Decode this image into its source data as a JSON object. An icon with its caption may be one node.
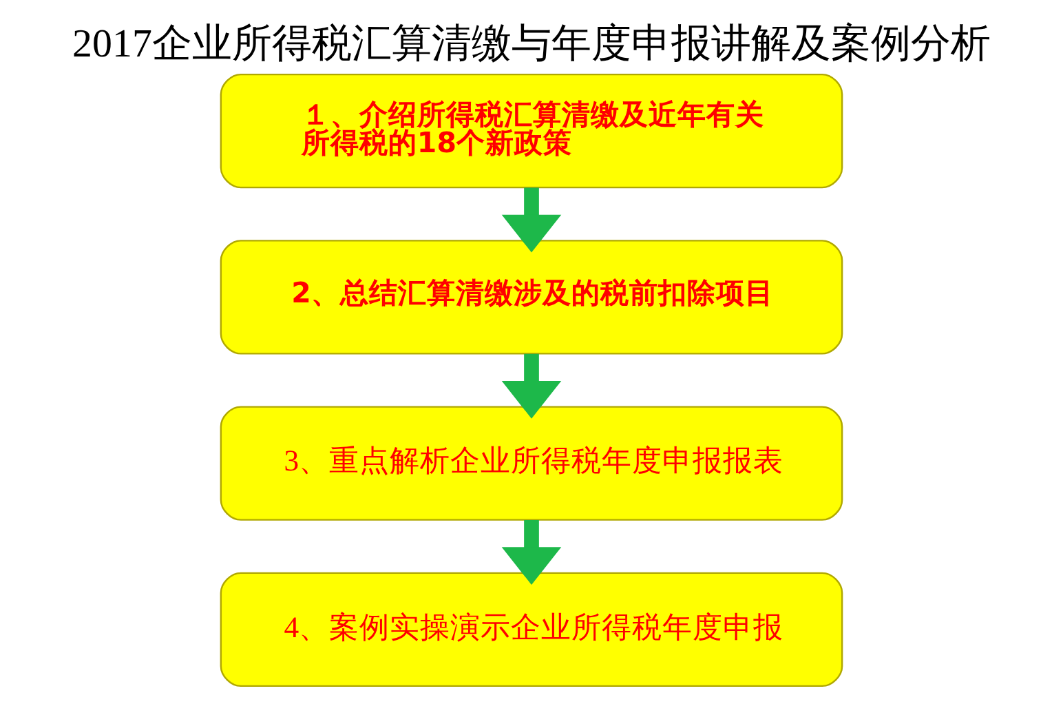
{
  "diagram": {
    "title": "2017企业所得税汇算清缴与年度申报讲解及案例分析",
    "nodes": [
      {
        "text": [
          "１、介绍所得税汇算清缴及近年有关所得税的18个新政策"
        ]
      },
      {
        "text": [
          "2、总结汇算清缴涉及的税前扣除项目"
        ]
      },
      {
        "text": [
          "3、重点解析企业所得税年度申报报表"
        ]
      },
      {
        "text": [
          "4、案例实操演示企业所得税年度申报"
        ]
      }
    ],
    "edges": [
      {
        "from": 0,
        "to": 1,
        "arrow": "to",
        "color": "#1db84a"
      },
      {
        "from": 1,
        "to": 2,
        "arrow": "to",
        "color": "#1db84a"
      },
      {
        "from": 2,
        "to": 3,
        "arrow": "to",
        "color": "#1db84a"
      }
    ]
  }
}
